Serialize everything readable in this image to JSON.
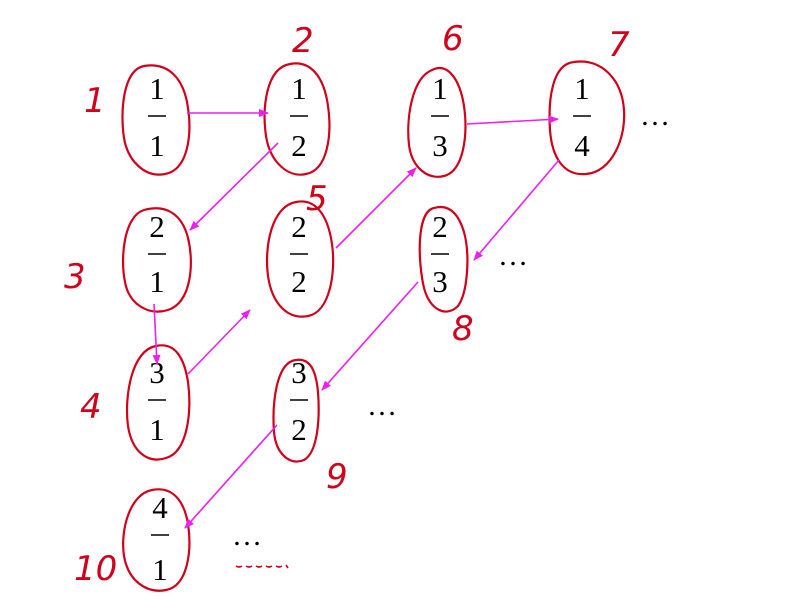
{
  "fractions": [
    {
      "id": "1-1",
      "numerator": "1",
      "denominator": "1",
      "order": "1"
    },
    {
      "id": "1-2",
      "numerator": "1",
      "denominator": "2",
      "order": "2"
    },
    {
      "id": "1-3",
      "numerator": "1",
      "denominator": "3",
      "order": "6"
    },
    {
      "id": "1-4",
      "numerator": "1",
      "denominator": "4",
      "order": "7"
    },
    {
      "id": "2-1",
      "numerator": "2",
      "denominator": "1",
      "order": "3"
    },
    {
      "id": "2-2",
      "numerator": "2",
      "denominator": "2",
      "order": "5"
    },
    {
      "id": "2-3",
      "numerator": "2",
      "denominator": "3",
      "order": "8"
    },
    {
      "id": "3-1",
      "numerator": "3",
      "denominator": "1",
      "order": "4"
    },
    {
      "id": "3-2",
      "numerator": "3",
      "denominator": "2",
      "order": "9"
    },
    {
      "id": "4-1",
      "numerator": "4",
      "denominator": "1",
      "order": "10"
    }
  ],
  "ellipsis": "…",
  "colors": {
    "handwriting": "#d0021b",
    "arrow": "#ee1fee",
    "text": "#000000"
  }
}
